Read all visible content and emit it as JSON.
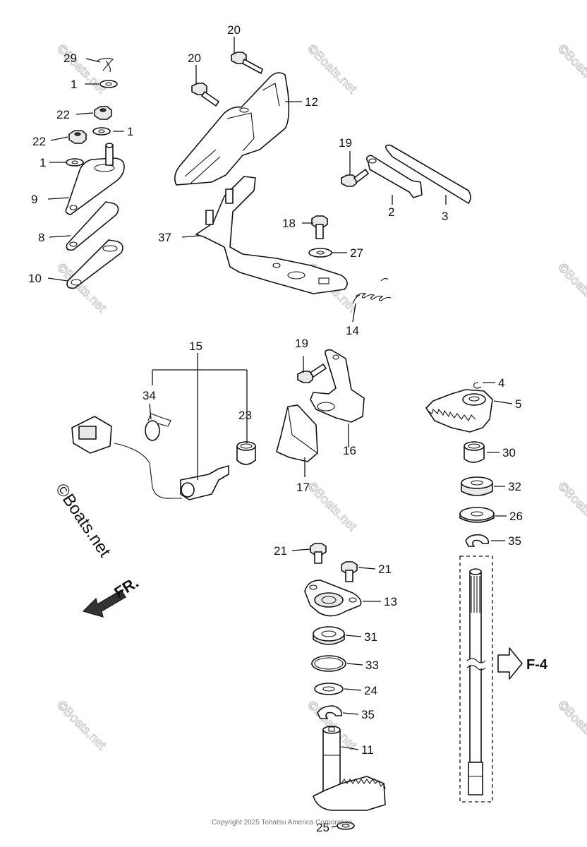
{
  "diagram": {
    "labels": {
      "l29": "29",
      "l1a": "1",
      "l22a": "22",
      "l1b": "1",
      "l22b": "22",
      "l1c": "1",
      "l9": "9",
      "l8": "8",
      "l10": "10",
      "l20a": "20",
      "l20b": "20",
      "l12": "12",
      "l37": "37",
      "l19a": "19",
      "l2": "2",
      "l3": "3",
      "l18": "18",
      "l27": "27",
      "l14": "14",
      "l15": "15",
      "l34": "34",
      "l23": "23",
      "l19b": "19",
      "l16": "16",
      "l17": "17",
      "l4": "4",
      "l5": "5",
      "l30": "30",
      "l32": "32",
      "l26": "26",
      "l35a": "35",
      "l21a": "21",
      "l21b": "21",
      "l13": "13",
      "l31": "31",
      "l33": "33",
      "l24": "24",
      "l35b": "35",
      "l11": "11",
      "l25": "25"
    },
    "direction_marker": "FR.",
    "reference_marker": "F-4",
    "brand_mark": "©Boats.net",
    "watermark_text": "©Boats.net",
    "copyright": "Copyright 2025 Tohatsu America Corporation"
  }
}
